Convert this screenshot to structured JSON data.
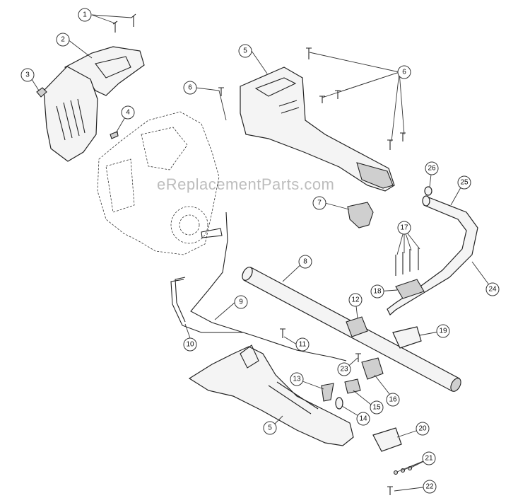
{
  "watermark": "eReplacementParts.com",
  "callouts": [
    "1",
    "2",
    "3",
    "4",
    "5",
    "6",
    "6",
    "7",
    "8",
    "9",
    "10",
    "11",
    "12",
    "13",
    "14",
    "15",
    "16",
    "17",
    "18",
    "19",
    "20",
    "21",
    "22",
    "23",
    "24",
    "25",
    "26",
    "5"
  ]
}
